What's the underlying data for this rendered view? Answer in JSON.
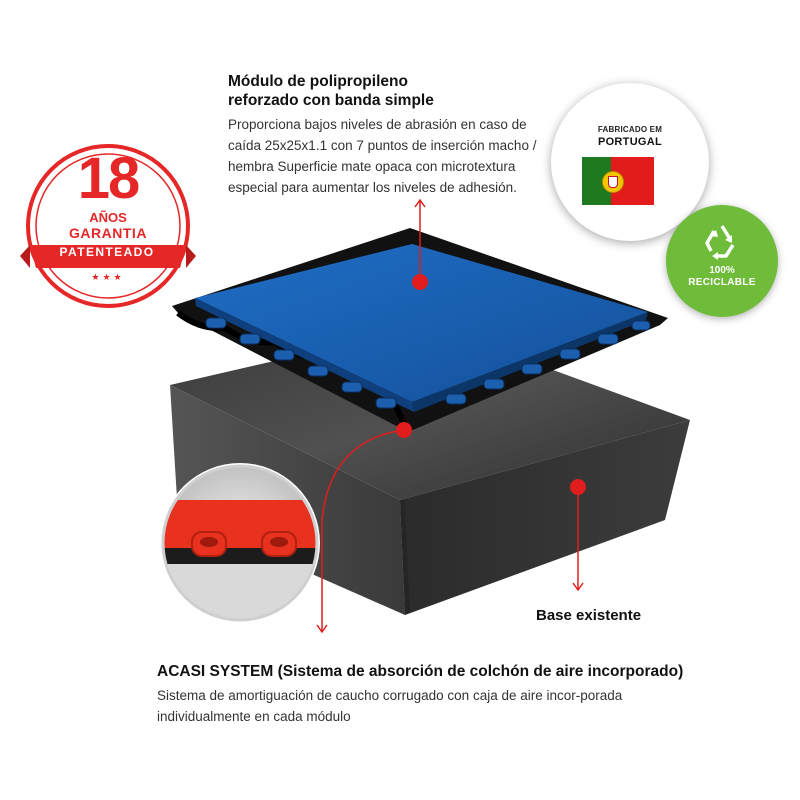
{
  "feature_top": {
    "title_line1": "Módulo de polipropileno",
    "title_line2": "reforzado con banda simple",
    "body": "Proporciona bajos niveles de abrasión en caso de caída 25x25x1.1 con 7 puntos de inserción macho / hembra Superficie mate opaca con microtextura especial para aumentar los niveles de adhesión."
  },
  "feature_bottom": {
    "title": "ACASI SYSTEM (Sistema de absorción de colchón de aire incorporado)",
    "body": "Sistema de amortiguación de caucho corrugado con caja de aire incor-porada individualmente en cada módulo"
  },
  "base_label": "Base existente",
  "origin_badge": {
    "line1": "FABRICADO EM",
    "line2": "PORTUGAL",
    "flag_icon": "portugal-flag-icon"
  },
  "recycle_badge": {
    "percent": "100%",
    "label": "RECICLABLE",
    "icon": "recycle-icon",
    "color": "#6fbb3a"
  },
  "guarantee_seal": {
    "number": "18",
    "years": "AÑOS",
    "label": "GARANTIA",
    "ribbon": "PATENTEADO",
    "stars": "★★★",
    "color": "#e52727"
  },
  "colors": {
    "tile_blue": "#1a5fb4",
    "base_gray": "#3d3d3d",
    "marker_red": "#e11d1d"
  }
}
